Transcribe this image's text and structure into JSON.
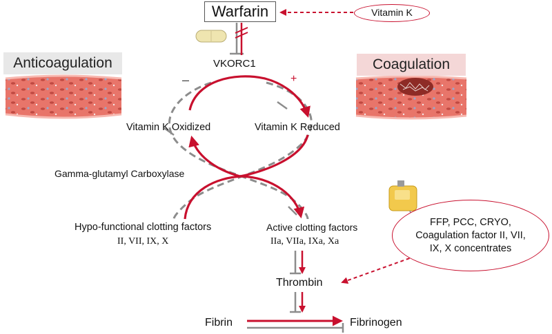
{
  "title": {
    "warfarin": "Warfarin",
    "vitamin_k": "Vitamin K",
    "vkorc1": "VKORC1"
  },
  "panels": {
    "anticoagulation": "Anticoagulation",
    "coagulation": "Coagulation"
  },
  "cycle": {
    "minus_sign": "–",
    "plus_sign": "+",
    "vitamin_k_oxidized": "Vitamin K Oxidized",
    "vitamin_k_reduced": "Vitamin K Reduced",
    "carboxylase": "Gamma-glutamyl Carboxylase",
    "hypo_factors": "Hypo-functional clotting factors",
    "hypo_factors_list": "II, VII, IX, X",
    "active_factors": "Active clotting factors",
    "active_factors_list": "IIa, VIIa, IXa, Xa"
  },
  "cascade": {
    "thrombin": "Thrombin",
    "fibrin": "Fibrin",
    "fibrinogen": "Fibrinogen"
  },
  "therapy": {
    "line1": "FFP, PCC, CRYO,",
    "line2": "Coagulation factor II, VII,",
    "line3": "IX, X concentrates"
  },
  "colors": {
    "red": "#c8102e",
    "gray": "#8c8c8c",
    "vessel": "#e8756a"
  },
  "icons": [
    "pill-icon",
    "blood-bag-icon",
    "blood-vessel-icon",
    "blood-clot-icon"
  ]
}
